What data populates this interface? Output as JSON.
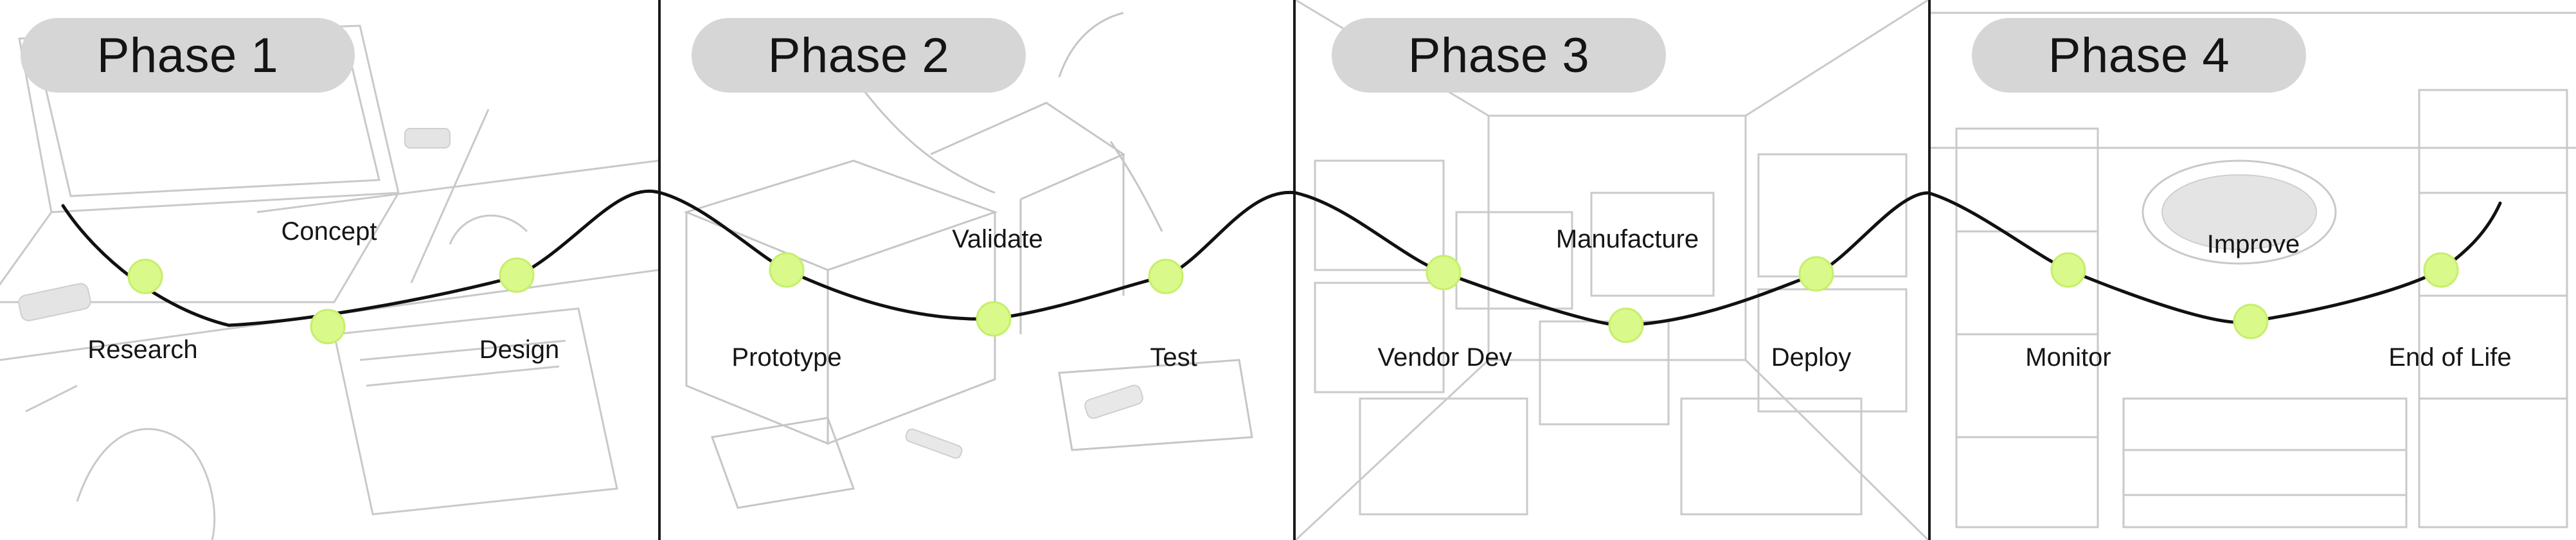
{
  "phases": [
    {
      "label": "Phase 1"
    },
    {
      "label": "Phase 2"
    },
    {
      "label": "Phase 3"
    },
    {
      "label": "Phase 4"
    }
  ],
  "steps": [
    {
      "label": "Research"
    },
    {
      "label": "Concept"
    },
    {
      "label": "Design"
    },
    {
      "label": "Prototype"
    },
    {
      "label": "Validate"
    },
    {
      "label": "Test"
    },
    {
      "label": "Vendor Dev"
    },
    {
      "label": "Manufacture"
    },
    {
      "label": "Deploy"
    },
    {
      "label": "Monitor"
    },
    {
      "label": "Improve"
    },
    {
      "label": "End of Life"
    }
  ],
  "colors": {
    "node_fill": "#d9f98a",
    "node_stroke": "#c6ef6a",
    "curve": "#111111",
    "pill": "#d6d6d6"
  }
}
